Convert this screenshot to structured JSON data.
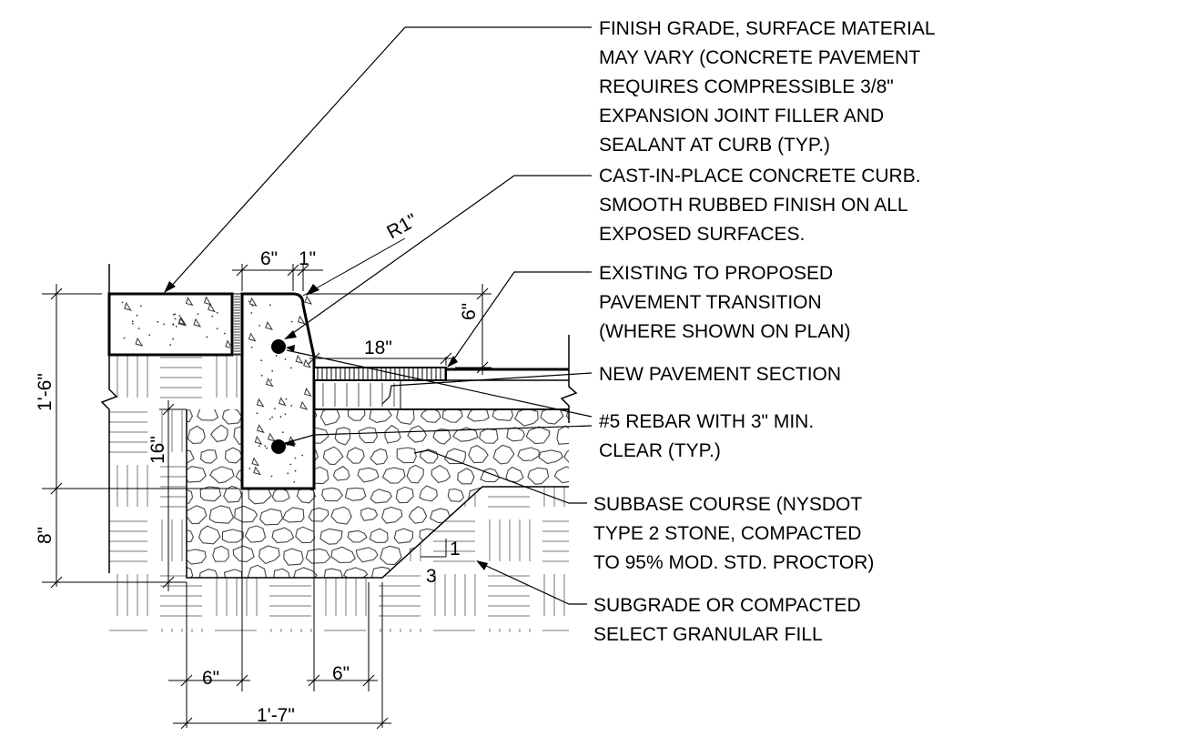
{
  "notes": {
    "finish_grade": [
      "FINISH GRADE, SURFACE MATERIAL",
      "MAY VARY (CONCRETE PAVEMENT",
      "REQUIRES COMPRESSIBLE 3/8\"",
      "EXPANSION JOINT FILLER AND",
      "SEALANT AT CURB (TYP.)"
    ],
    "curb": [
      "CAST-IN-PLACE CONCRETE CURB.",
      "SMOOTH RUBBED FINISH ON ALL",
      "EXPOSED SURFACES."
    ],
    "transition": [
      "EXISTING TO PROPOSED",
      "PAVEMENT TRANSITION",
      "(WHERE SHOWN ON PLAN)"
    ],
    "new_pavement": [
      "NEW PAVEMENT SECTION"
    ],
    "rebar": [
      "#5 REBAR WITH 3\" MIN.",
      "CLEAR (TYP.)"
    ],
    "subbase": [
      "SUBBASE COURSE (NYSDOT",
      "TYPE 2 STONE, COMPACTED",
      "TO 95% MOD. STD. PROCTOR)"
    ],
    "subgrade": [
      "SUBGRADE OR COMPACTED",
      "SELECT GRANULAR FILL"
    ]
  },
  "dimensions": {
    "top_width": "6\"",
    "batter": "1\"",
    "radius": "R1\"",
    "reveal": "6\"",
    "gutter_width": "18\"",
    "curb_height": "1'-6\"",
    "embed_depth": "16\"",
    "subbase_depth": "8\"",
    "slope_rise": "1",
    "slope_run": "3",
    "left_offset": "6\"",
    "right_offset": "6\"",
    "overall_width": "1'-7\""
  }
}
